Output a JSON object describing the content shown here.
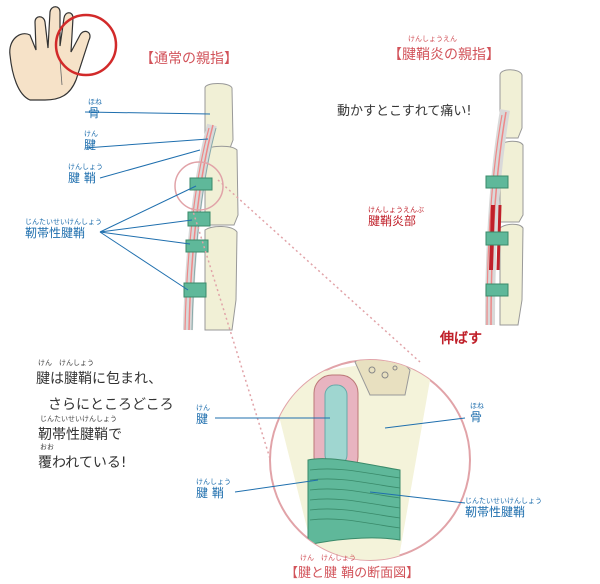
{
  "titles": {
    "normal": "【通常の親指】",
    "inflamed_ruby": "けんしょうえん",
    "inflamed": "【腱鞘炎の親指】",
    "cross_section_ruby": "けん　けんしょう",
    "cross_section": "【腱と腱 鞘の断面図】"
  },
  "labels": {
    "bone": {
      "ruby": "ほね",
      "text": "骨"
    },
    "tendon": {
      "ruby": "けん",
      "text": "腱"
    },
    "sheath": {
      "ruby": "けんしょう",
      "text": "腱 鞘"
    },
    "ligament": {
      "ruby": "じんたいせいけんしょう",
      "text": "靭帯性腱鞘"
    },
    "inflamed_part": {
      "ruby": "けんしょうえんぶ",
      "text": "腱鞘炎部"
    }
  },
  "detail_labels": {
    "tendon": {
      "ruby": "けん",
      "text": "腱"
    },
    "sheath": {
      "ruby": "けんしょう",
      "text": "腱 鞘"
    },
    "bone": {
      "ruby": "ほね",
      "text": "骨"
    },
    "ligament": {
      "ruby": "じんたいせいけんしょう",
      "text": "靭帯性腱鞘"
    }
  },
  "notes": {
    "pain": "動かすとこすれて痛い!",
    "extend": "伸ばす"
  },
  "handwriting": {
    "line1_ruby": "けん　けんしょう",
    "line1": "腱は腱鞘に包まれ、",
    "line2": "さらにところどころ",
    "line3_ruby": "じんたいせいけんしょう",
    "line3": "靭帯性腱鞘で",
    "line4_ruby": "おお",
    "line4": "覆われている!"
  },
  "colors": {
    "accent_red": "#d2535a",
    "label_blue": "#1f6fae",
    "bone": "#f1f0d6",
    "ligament": "#5fb89a",
    "tendon": "#e8b4c0",
    "inflamed": "#c0202a"
  }
}
